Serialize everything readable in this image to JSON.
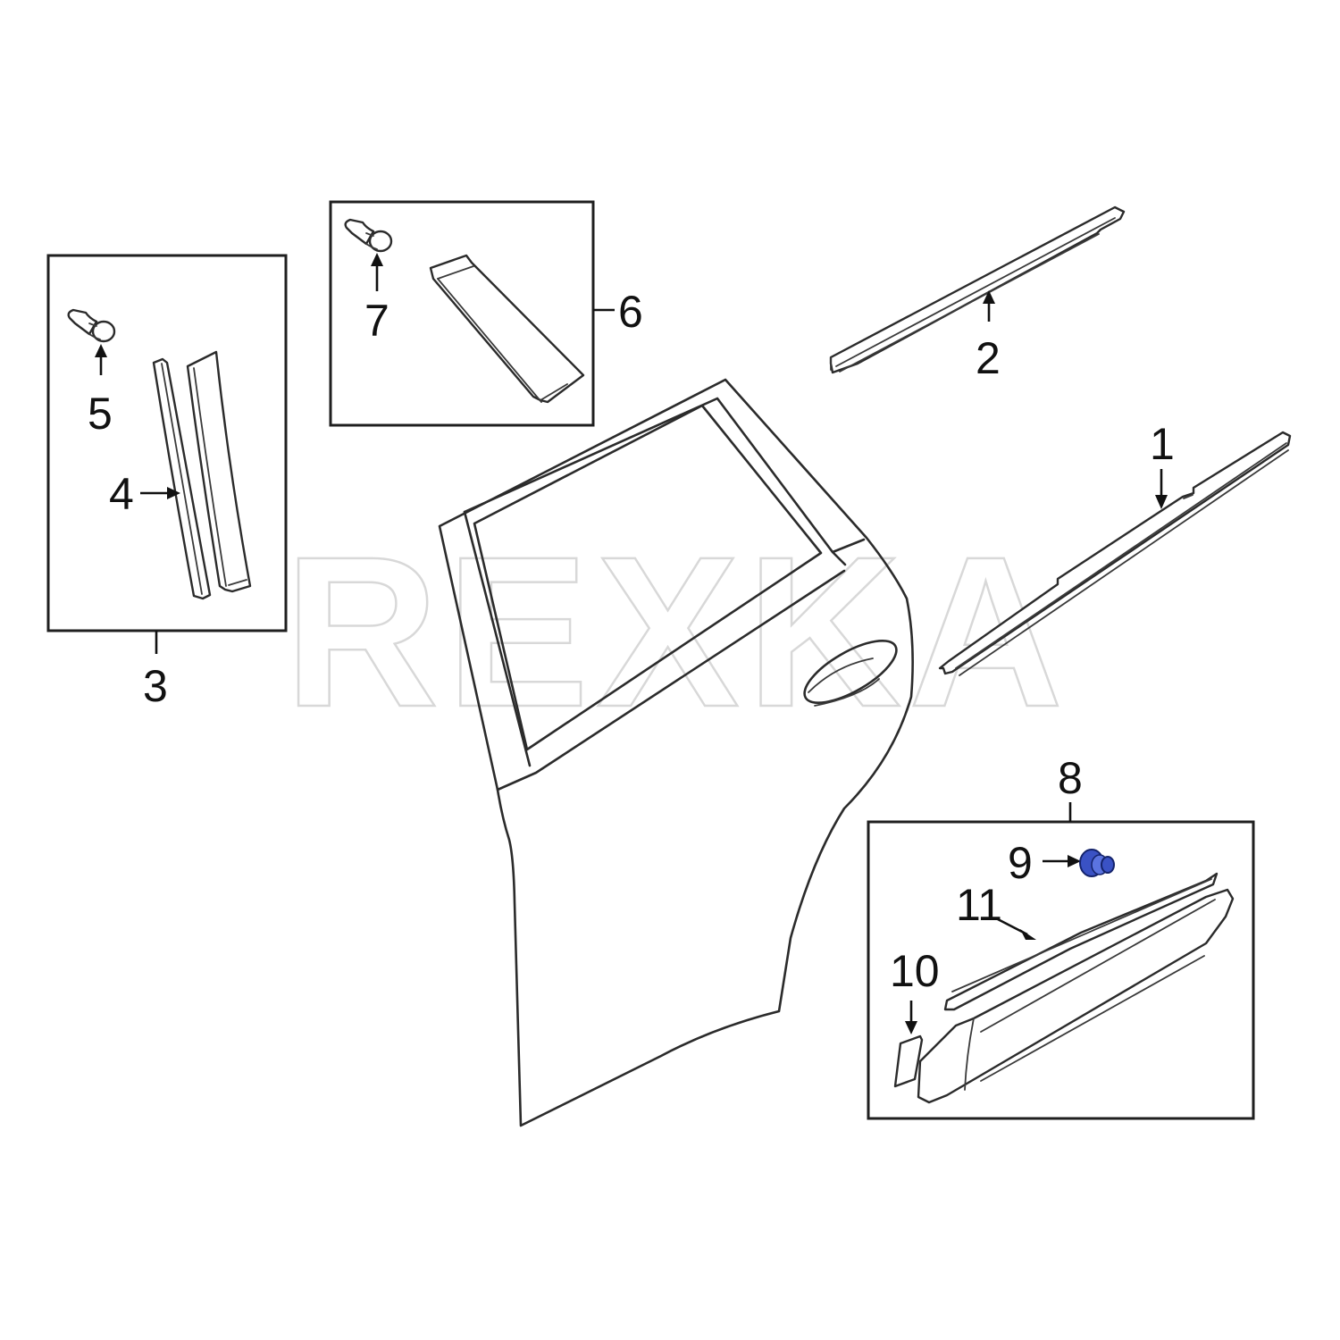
{
  "diagram": {
    "type": "exploded-parts-diagram",
    "subject": "Rear door exterior moldings",
    "watermark": "REXKA",
    "highlight_color": "#3a52c4",
    "line_color": "#2b2b2b",
    "background": "#ffffff"
  },
  "callouts": [
    {
      "number": "1",
      "part": "belt-molding-outer",
      "label": "1"
    },
    {
      "number": "2",
      "part": "belt-molding-inner",
      "label": "2"
    },
    {
      "number": "3",
      "part": "front-applique-group",
      "label": "3"
    },
    {
      "number": "4",
      "part": "front-applique-seal",
      "label": "4"
    },
    {
      "number": "5",
      "part": "front-applique-clip",
      "label": "5"
    },
    {
      "number": "6",
      "part": "rear-applique-group",
      "label": "6"
    },
    {
      "number": "7",
      "part": "rear-applique-clip",
      "label": "7"
    },
    {
      "number": "8",
      "part": "body-side-molding-group",
      "label": "8"
    },
    {
      "number": "9",
      "part": "body-side-molding-clip",
      "label": "9",
      "highlighted": true
    },
    {
      "number": "10",
      "part": "molding-tape",
      "label": "10"
    },
    {
      "number": "11",
      "part": "body-side-molding-upper",
      "label": "11"
    }
  ]
}
